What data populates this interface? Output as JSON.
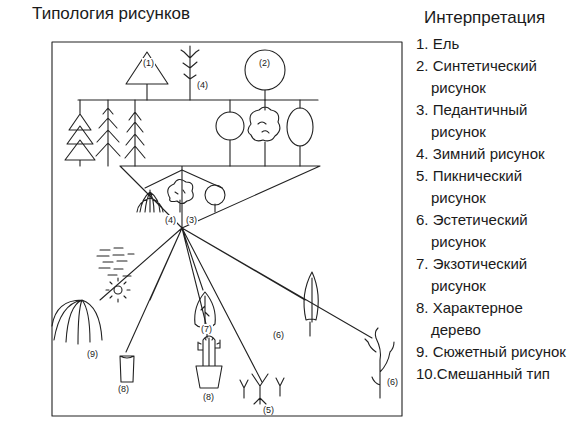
{
  "diagram": {
    "title": "Типология рисунков",
    "labels": [
      "Интерпретация",
      "1. Ель",
      "2. Синтетический рисунок",
      "3. Педантичный рисунок",
      "4. Зимний рисунок",
      "5. Пикнический рисунок",
      "6. Эстетический рисунок",
      "7. Экзотический рисунок",
      "8. Характерное дерево",
      "9. Сюжетный рисунок",
      "10.Смешанный тип",
      "(1)",
      "(4)",
      "(2)",
      "(4)",
      "(3)",
      "(7)",
      "(6)",
      "(9)",
      "(6)",
      "(8)",
      "(8)",
      "(5)"
    ]
  }
}
